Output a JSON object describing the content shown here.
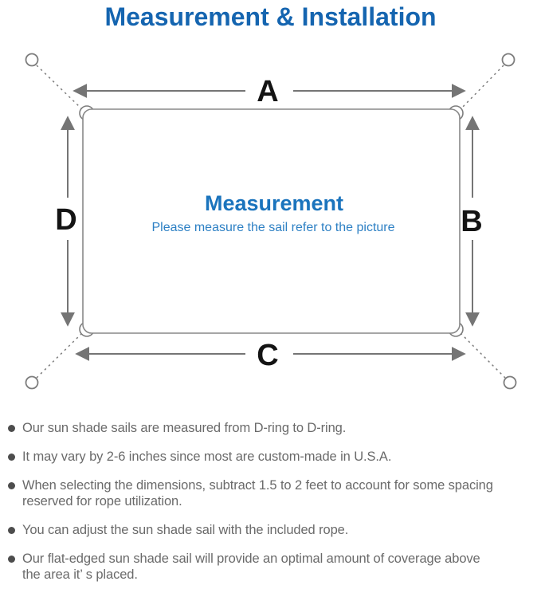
{
  "page": {
    "title": "Measurement & Installation"
  },
  "diagram": {
    "type": "dimension-diagram",
    "shape": "rounded-rectangle sun shade sail with D-ring at each corner, dashed ropes to 4 anchor rings",
    "labels": {
      "top": "A",
      "right": "B",
      "bottom": "C",
      "left": "D"
    },
    "center_title": "Measurement",
    "center_subtitle": "Please measure the sail refer to the picture"
  },
  "notes": {
    "items": [
      {
        "text": "Our sun shade sails are measured from D-ring to D-ring."
      },
      {
        "text": "It may vary by 2-6 inches since most are custom-made in U.S.A."
      },
      {
        "text": "When selecting the dimensions, subtract 1.5 to 2 feet to account for some spacing\nreserved for rope utilization."
      },
      {
        "text": "You can adjust the sun shade sail with the included rope."
      },
      {
        "text": "Our flat-edged sun shade sail will provide an optimal amount of coverage above\nthe area it’ s placed."
      }
    ]
  },
  "colors": {
    "title_blue": "#1565b0",
    "center_title_blue": "#1b74bd",
    "center_subtitle_blue": "#2d80c4",
    "line_gray": "#7d7d7d",
    "dim_label_black": "#141414",
    "note_text_gray": "#6a6a6a",
    "bullet_gray": "#4d4d4d"
  }
}
